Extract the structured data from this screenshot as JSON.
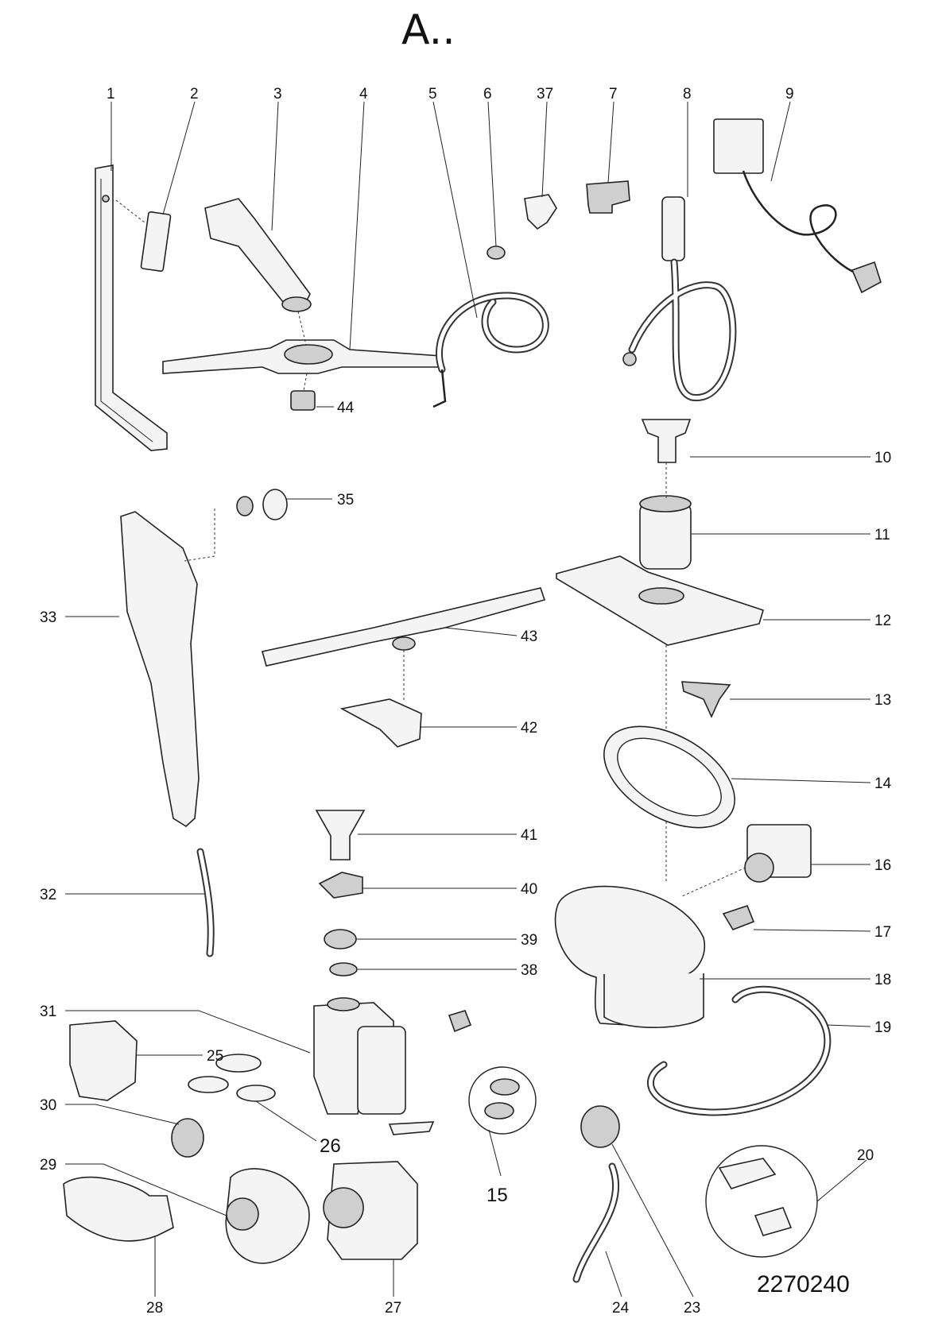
{
  "title": "A..",
  "document_number": "2270240",
  "labels": {
    "p1": "1",
    "p2": "2",
    "p3": "3",
    "p4": "4",
    "p5": "5",
    "p6": "6",
    "p37": "37",
    "p7": "7",
    "p8": "8",
    "p9": "9",
    "p44": "44",
    "p10": "10",
    "p35": "35",
    "p11": "11",
    "p33": "33",
    "p12": "12",
    "p43": "43",
    "p13": "13",
    "p42": "42",
    "p14": "14",
    "p41": "41",
    "p16": "16",
    "p32": "32",
    "p40": "40",
    "p17": "17",
    "p39": "39",
    "p38": "38",
    "p18": "18",
    "p31": "31",
    "p19": "19",
    "p25": "25",
    "p30": "30",
    "p26": "26",
    "p29": "29",
    "p15": "15",
    "p20": "20",
    "p28": "28",
    "p27": "27",
    "p24": "24",
    "p23": "23"
  }
}
